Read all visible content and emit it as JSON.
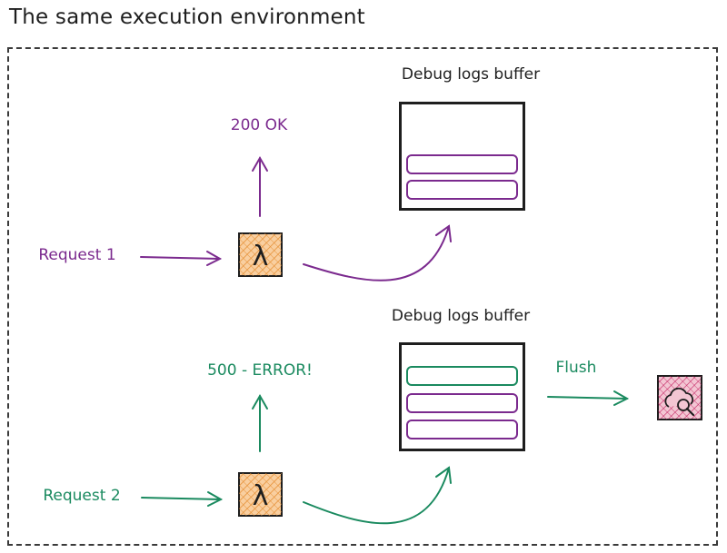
{
  "title": "The same execution environment",
  "top": {
    "buffer_label": "Debug logs buffer",
    "response_label": "200 OK",
    "request_label": "Request 1",
    "function_icon": "lambda-icon",
    "colors": {
      "accent": "#7b2a8e"
    }
  },
  "bottom": {
    "buffer_label": "Debug logs buffer",
    "response_label": "500 - ERROR!",
    "request_label": "Request 2",
    "flush_label": "Flush",
    "function_icon": "lambda-icon",
    "destination_icon": "cloud-search-icon",
    "colors": {
      "accent": "#1a8a5f"
    }
  },
  "colors": {
    "purple": "#7b2a8e",
    "green": "#1a8a5f",
    "lambda_fill": "#f6b26b",
    "lambda_hatch": "#e69138",
    "dest_fill": "#e8b4c4",
    "dest_hatch": "#c2185b",
    "outline": "#1e1e1e"
  }
}
